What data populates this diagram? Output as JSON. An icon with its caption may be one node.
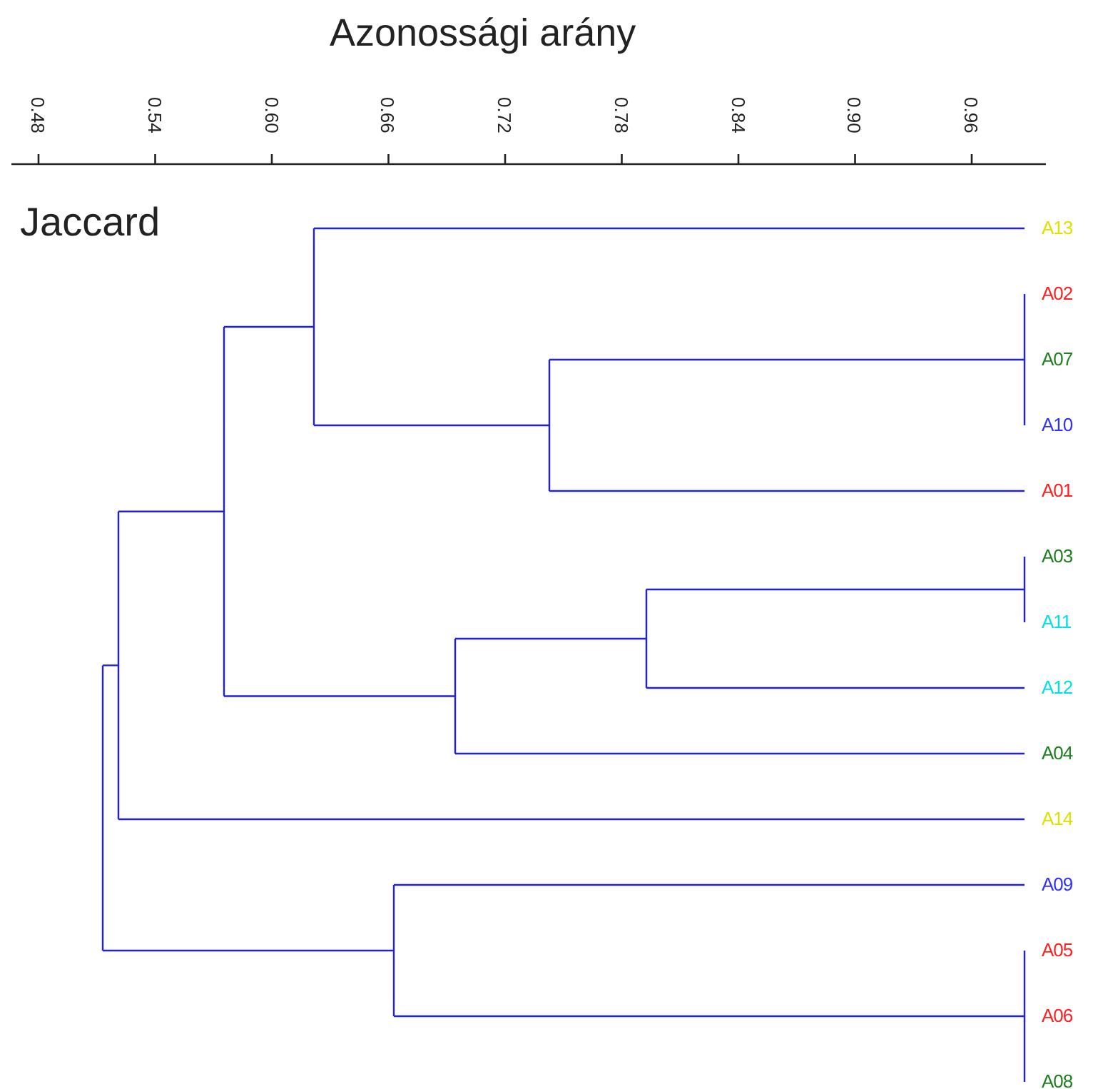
{
  "diagram": {
    "title": "Azonossági arány",
    "labels": [
      "0.48",
      "0.54",
      "0.60",
      "0.66",
      "0.72",
      "0.78",
      "0.84",
      "0.90",
      "0.96",
      "Jaccard",
      "A13",
      "A02",
      "A07",
      "A10",
      "A01",
      "A03",
      "A11",
      "A12",
      "A04",
      "A14",
      "A09",
      "A05",
      "A06",
      "A08"
    ]
  }
}
